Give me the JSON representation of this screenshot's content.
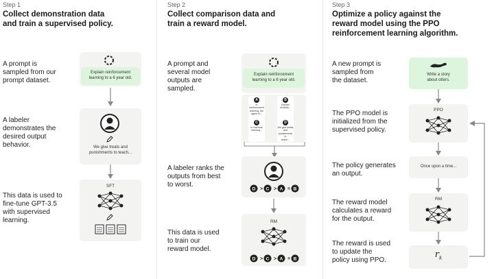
{
  "steps": [
    {
      "step_label": "Step 1",
      "title_line1": "Collect demonstration data",
      "title_line2": "and train a supervised policy.",
      "desc1": [
        "A prompt is",
        "sampled from our",
        "prompt dataset."
      ],
      "desc2": [
        "A labeler",
        "demonstrates the",
        "desired output",
        "behavior."
      ],
      "desc3": [
        "This data is used to",
        "fine-tune GPT-3.5",
        "with supervised",
        "learning."
      ],
      "prompt_text": [
        "Explain reinforcement",
        "learning to a 6 year old."
      ],
      "demo_text": [
        "We give treats and",
        "punishments to teach..."
      ],
      "model_label": "SFT"
    },
    {
      "step_label": "Step 2",
      "title_line1": "Collect comparison data and",
      "title_line2": "train a reward model.",
      "desc1": [
        "A prompt and",
        "several model",
        "outputs are",
        "sampled."
      ],
      "desc2": [
        "A labeler ranks the",
        "outputs from best",
        "to worst."
      ],
      "desc3": [
        "This data is used",
        "to train our",
        "reward model."
      ],
      "prompt_text": [
        "Explain reinforcement",
        "learning to a 6 year old."
      ],
      "outputs": [
        {
          "letter": "A",
          "text": [
            "In reinforcement",
            "learning, the",
            "agent is..."
          ]
        },
        {
          "letter": "B",
          "text": [
            "Explain rewards..."
          ]
        },
        {
          "letter": "C",
          "text": [
            "In machine",
            "learning..."
          ]
        },
        {
          "letter": "D",
          "text": [
            "We give treats and",
            "punishments to",
            "teach..."
          ]
        }
      ],
      "ranking": [
        "D",
        ">",
        "C",
        ">",
        "A",
        "=",
        "B"
      ],
      "model_label": "RM"
    },
    {
      "step_label": "Step 3",
      "title_line1": "Optimize a policy against the",
      "title_line2": "reward model using the PPO",
      "title_line3": "reinforcement learning algorithm.",
      "desc1": [
        "A new prompt is",
        "sampled from",
        "the dataset."
      ],
      "desc2": [
        "The PPO model is",
        "initialized from the",
        "supervised policy."
      ],
      "desc3": [
        "The policy generates",
        "an output."
      ],
      "desc4": [
        "The reward model",
        "calculates a reward",
        "for the output."
      ],
      "desc5": [
        "The reward is used",
        "to update the",
        "policy using PPO."
      ],
      "prompt_text": [
        "Write a story",
        "about otters."
      ],
      "ppo_label": "PPO",
      "output_text": "Once upon a time...",
      "rm_label": "RM",
      "reward_symbol": "r",
      "reward_sub": "k"
    }
  ],
  "colors": {
    "accent_green": "#dcf5dc",
    "panel_gray": "#f3f3f1",
    "node_dark": "#222222"
  }
}
